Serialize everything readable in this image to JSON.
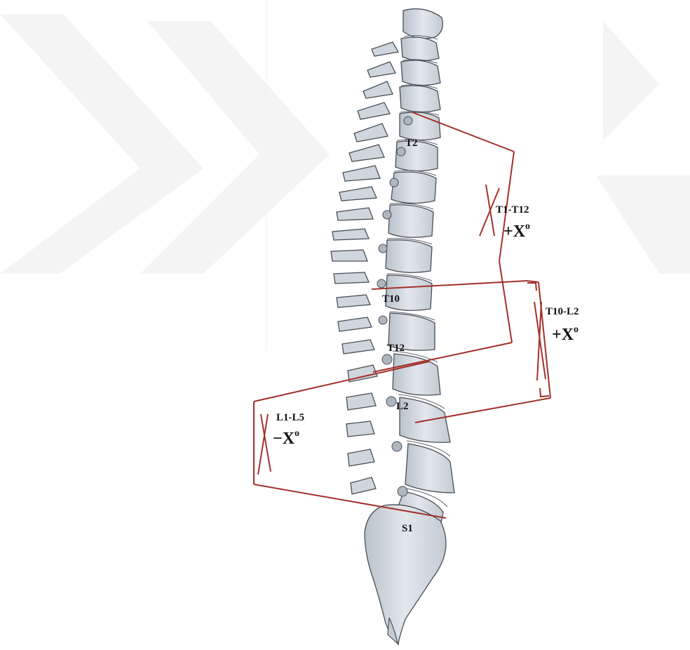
{
  "vertebra_labels": {
    "t2": "T2",
    "t10": "T10",
    "t12": "T12",
    "l2": "L2",
    "s1": "S1"
  },
  "regions": {
    "thoracic_kyphosis": {
      "label": "T1-T12",
      "sign": "+",
      "angle_symbol": "X",
      "degree": "o"
    },
    "thoracolumbar": {
      "label": "T10-L2",
      "sign": "+",
      "angle_symbol": "X",
      "degree": "o"
    },
    "lumbar_lordosis": {
      "label": "L1-L5",
      "sign": "−",
      "angle_symbol": "X",
      "degree": "o"
    }
  },
  "colors": {
    "measurement_line": "#a3302a",
    "bone_fill": "#d3dae1",
    "bone_outline": "#4a4f55",
    "watermark": "#f3f3f3",
    "label_text": "#111111"
  }
}
